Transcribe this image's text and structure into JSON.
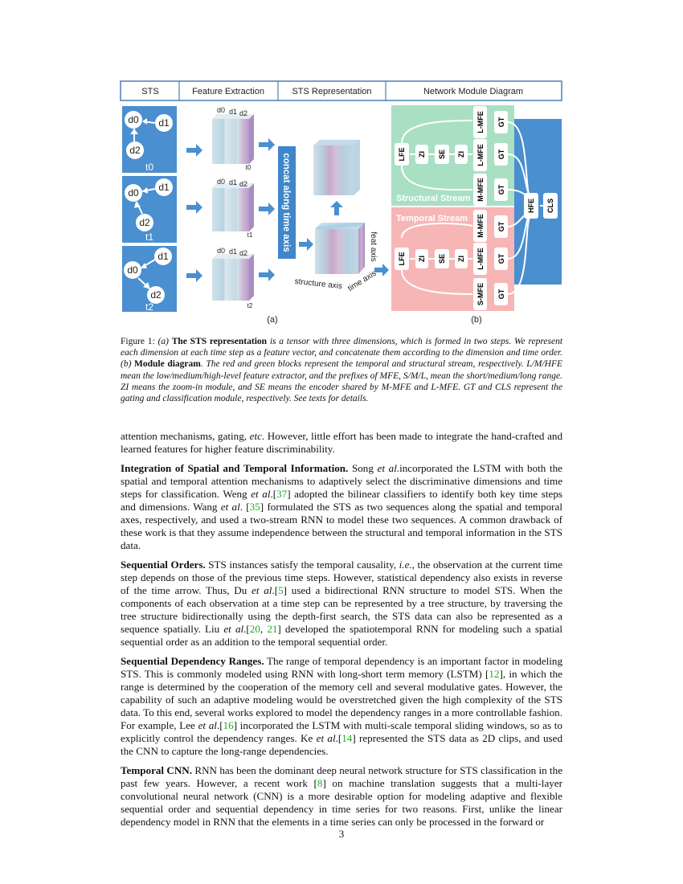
{
  "figure": {
    "header": [
      "STS",
      "Feature Extraction",
      "STS Representation",
      "Network Module Diagram"
    ],
    "panel_a_label": "(a)",
    "panel_b_label": "(b)",
    "nodes": {
      "d0": "d0",
      "d1": "d1",
      "d2": "d2"
    },
    "time_steps": [
      "t0",
      "t1",
      "t2"
    ],
    "slab_labels": [
      "d0",
      "d1",
      "d2"
    ],
    "concat_label": "concat along time axis",
    "axis_labels": {
      "structure": "structure axis",
      "time": "time axis",
      "feat": "feat axis"
    },
    "structural_stream": "Structural Stream",
    "temporal_stream": "Temporal Stream",
    "modules": {
      "lfe": "LFE",
      "zi": "ZI",
      "se": "SE",
      "l_mfe": "L-MFE",
      "m_mfe": "M-MFE",
      "s_mfe": "S-MFE",
      "gt": "GT",
      "hfe": "HFE",
      "cls": "CLS"
    },
    "colors": {
      "sts_blue": "#4a8fcf",
      "header_border": "#4a7fb5",
      "green": "#a9e0c3",
      "pink": "#f7b6b6"
    }
  },
  "caption": {
    "figure_label": "Figure 1:",
    "a_marker": "(a)",
    "a_bold": "The STS representation",
    "a_text": " is a tensor with three dimensions, which is formed in two steps. We represent each dimension at each time step as a feature vector, and concatenate them according to the dimension and time order. ",
    "b_marker": "(b)",
    "b_bold": "Module diagram",
    "b_text": ". The red and green blocks represent the temporal and structural stream, respectively. L/M/HFE mean the low/medium/high-level feature extractor, and the prefixes of MFE, S/M/L, mean the short/medium/long range. ZI means the zoom-in module, and SE means the encoder shared by M-MFE and L-MFE. GT and CLS represent the gating and classification module, respectively. See texts for details."
  },
  "body": {
    "p1": {
      "a": "attention mechanisms, gating, ",
      "etc": "etc",
      "b": ". However, little effort has been made to integrate the hand-crafted and learned features for higher feature discriminability."
    },
    "p2": {
      "heading": "Integration of Spatial and Temporal Information.",
      "a": " Song ",
      "etal1": "et al.",
      "b": "incorporated the LSTM with both the spatial and temporal attention mechanisms to adaptively select the discriminative dimensions and time steps for classification. Weng ",
      "etal2": "et al",
      "c": ".[",
      "cite1": "37",
      "d": "] adopted the bilinear classifiers to identify both key time steps and dimensions. Wang ",
      "etal3": "et al",
      "e": ". [",
      "cite2": "35",
      "f": "] formulated the STS as two sequences along the spatial and temporal axes, respectively, and used a two-stream RNN to model these two sequences. A common drawback of these work is that they assume independence between the structural and temporal information in the STS data."
    },
    "p3": {
      "heading": "Sequential Orders.",
      "a": " STS instances satisfy the temporal causality, ",
      "ie": "i.e.",
      "b": ", the observation at the current time step depends on those of the previous time steps. However, statistical dependency also exists in reverse of the time arrow. Thus, Du ",
      "etal1": "et al",
      "c": ".[",
      "cite1": "5",
      "d": "] used a bidirectional RNN structure to model STS. When the components of each observation at a time step can be represented by a tree structure, by traversing the tree structure bidirectionally using the depth-first search, the STS data can also be represented as a sequence spatially. Liu ",
      "etal2": "et al",
      "e": ".[",
      "cite2": "20",
      "f": ", ",
      "cite3": "21",
      "g": "] developed the spatiotemporal RNN for modeling such a spatial sequential order as an addition to the temporal sequential order."
    },
    "p4": {
      "heading": "Sequential Dependency Ranges.",
      "a": " The range of temporal dependency is an important factor in modeling STS. This is commonly modeled using RNN with long-short term memory (LSTM) [",
      "cite1": "12",
      "b": "], in which the range is determined by the cooperation of the memory cell and several modulative gates. However, the capability of such an adaptive modeling would be overstretched given the high complexity of the STS data. To this end, several works explored to model the dependency ranges in a more controllable fashion. For example, Lee ",
      "etal1": "et al",
      "c": ".[",
      "cite2": "16",
      "d": "] incorporated the LSTM with multi-scale temporal sliding windows, so as to explicitly control the dependency ranges. Ke ",
      "etal2": "et al",
      "e": ".[",
      "cite3": "14",
      "f": "] represented the STS data as 2D clips, and used the CNN to capture the long-range dependencies."
    },
    "p5": {
      "heading": "Temporal CNN.",
      "a": " RNN has been the dominant deep neural network structure for STS classification in the past few years. However, a recent work [",
      "cite1": "8",
      "b": "] on machine translation suggests that a multi-layer convolutional neural network (CNN) is a more desirable option for modeling adaptive and flexible sequential order and sequential dependency in time series for two reasons. First, unlike the linear dependency model in RNN that the elements in a time series can only be processed in the forward or"
    }
  },
  "page_number": "3"
}
